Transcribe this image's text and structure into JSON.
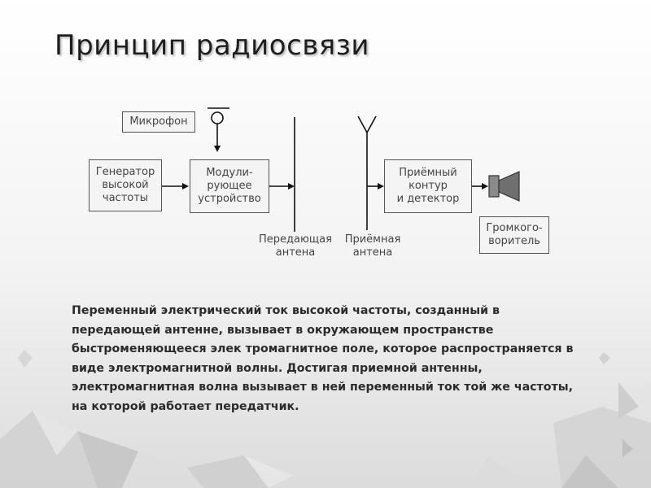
{
  "title": "Принцип радиосвязи",
  "diagram": {
    "microphone": "Микрофон",
    "generator": "Генератор\nвысокой\nчастоты",
    "modulator": "Модули-\nрующее\nустройство",
    "transmit_antenna": "Передающая\nантена",
    "receive_antenna": "Приёмная\nантена",
    "receiver": "Приёмный\nконтур\nи детектор",
    "loudspeaker": "Громкого-\nворитель"
  },
  "paragraph_lines": [
    "Переменный электрический ток высокой частоты, созданный в",
    "передающей антенне, вызывает в окружающем пространстве",
    "быстроменяющееся элек тромагнитное поле, которое распространяется в",
    "виде электромагнитной волны. Достигая приемной антенны,",
    "электромагнитная волна вызывает в ней переменный ток той же частоты,",
    "на которой работает передатчик."
  ],
  "icons": [
    "microphone-icon",
    "antenna-icon",
    "speaker-icon"
  ]
}
